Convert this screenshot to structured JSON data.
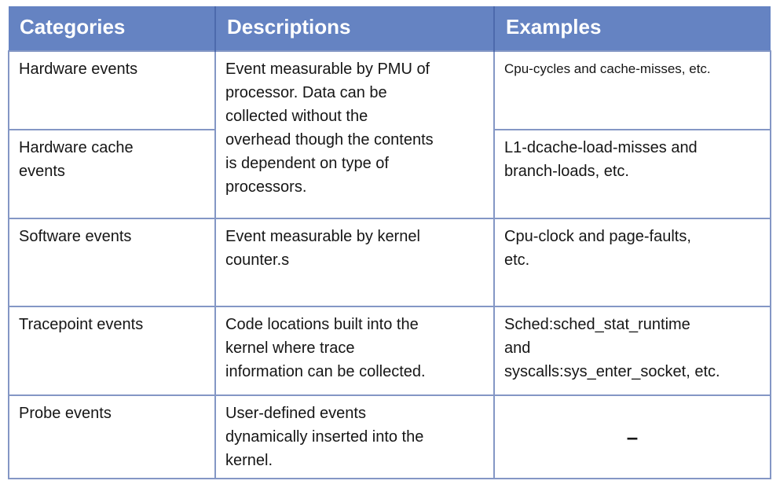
{
  "colors": {
    "header_bg": "#6583C2",
    "header_divider": "#4D6AAC",
    "grid_border": "#8497C5",
    "header_text": "#FFFFFF",
    "body_text": "#161616"
  },
  "table": {
    "headers": [
      "Categories",
      "Descriptions",
      "Examples"
    ],
    "rows": [
      {
        "category": "Hardware events",
        "description": "Event measurable by PMU of\nprocessor. Data can be\ncollected without the\noverhead though the contents\nis dependent on type of\nprocessors.",
        "example": "Cpu-cycles and cache-misses, etc."
      },
      {
        "category": "Hardware cache\nevents",
        "example": "L1-dcache-load-misses and\nbranch-loads, etc."
      },
      {
        "category": "Software events",
        "description": "Event measurable by kernel\ncounter.s",
        "example": "Cpu-clock and page-faults,\netc."
      },
      {
        "category": "Tracepoint events",
        "description": "Code locations built into the\nkernel where trace\ninformation can be collected.",
        "example": "Sched:sched_stat_runtime\nand\nsyscalls:sys_enter_socket, etc."
      },
      {
        "category": "Probe events",
        "description": "User-defined events\ndynamically inserted into the\nkernel.",
        "example": "–"
      }
    ]
  }
}
